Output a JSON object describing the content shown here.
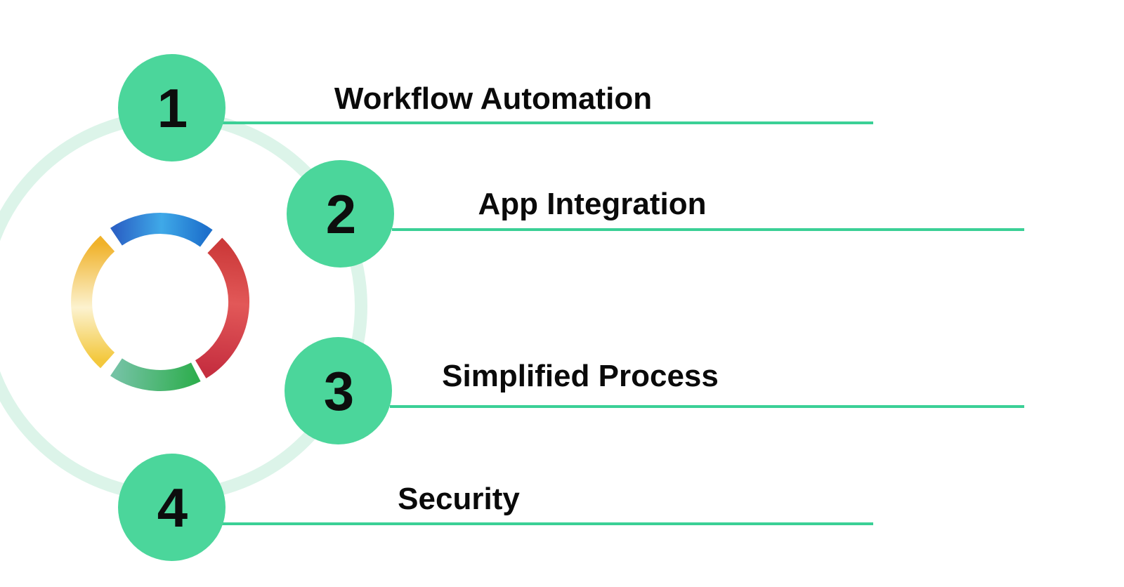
{
  "diagram": {
    "type": "process-infographic",
    "items": [
      {
        "number": "1",
        "label": "Workflow Automation"
      },
      {
        "number": "2",
        "label": "App Integration"
      },
      {
        "number": "3",
        "label": "Simplified Process"
      },
      {
        "number": "4",
        "label": "Security"
      }
    ],
    "center_icon": {
      "name": "segmented-color-ring",
      "segments": [
        {
          "name": "top",
          "color": "#2e82dc"
        },
        {
          "name": "right",
          "color": "#d63c42"
        },
        {
          "name": "bottom",
          "color": "#2fae4f"
        },
        {
          "name": "left",
          "color": "#f2c02e"
        }
      ]
    },
    "colors": {
      "node_fill": "#4bd69b",
      "connector_line": "#3bd096",
      "orbit_ring": "#dcf4e9",
      "label_text": "#0a0a0a",
      "number_text": "#0d0d0d",
      "background": "#ffffff"
    }
  }
}
